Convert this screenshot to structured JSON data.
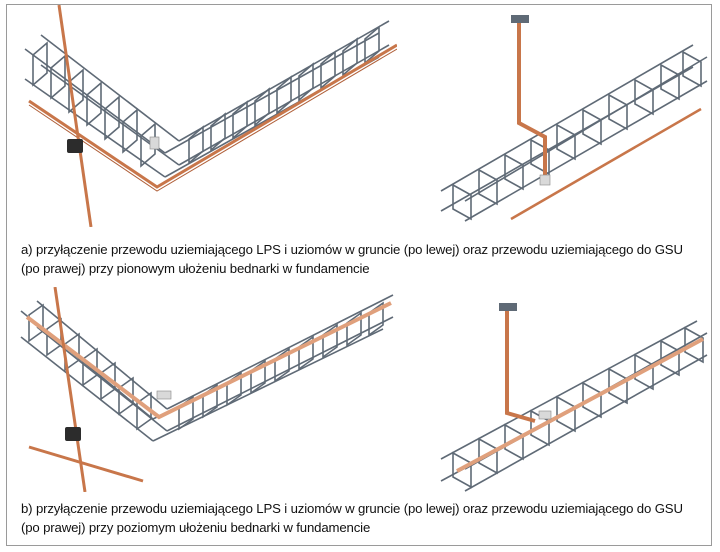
{
  "figure": {
    "caption_a": {
      "line1": "a) przyłączenie przewodu uziemiającego LPS i uziomów w gruncie (po lewej) oraz przewodu uziemiającego do GSU",
      "line2": "(po prawej) przy pionowym ułożeniu bednarki w fundamencie"
    },
    "caption_b": {
      "line1": "b) przyłączenie przewodu uziemiającego LPS i uziomów w gruncie (po lewej) oraz przewodu uziemiającego do GSU",
      "line2": "(po prawej) przy poziomym ułożeniu bednarki w fundamencie"
    }
  },
  "colors": {
    "rebar": "#5f6a76",
    "copper": "#c8764a",
    "clamp": "#2c2c2c",
    "connector": "#d9d9d9",
    "frame": "#9a9a9a"
  }
}
